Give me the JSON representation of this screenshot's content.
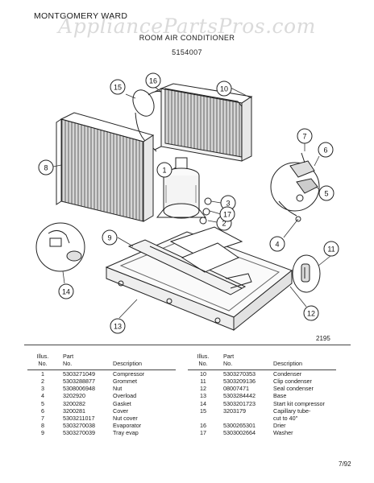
{
  "header": {
    "brand": "MONTGOMERY WARD",
    "watermark": "AppliancePartsPros.com",
    "title": "ROOM AIR CONDITIONER",
    "model": "5154007"
  },
  "figure_number": "2195",
  "callouts": [
    "1",
    "2",
    "3",
    "4",
    "5",
    "6",
    "7",
    "8",
    "9",
    "10",
    "11",
    "12",
    "13",
    "14",
    "15",
    "16",
    "17"
  ],
  "table": {
    "headers": {
      "illus_no": "Illus.\nNo.",
      "part_no": "Part\nNo.",
      "description": "Description"
    },
    "left_rows": [
      {
        "no": "1",
        "part": "5303271049",
        "desc": "Compressor"
      },
      {
        "no": "2",
        "part": "5303288877",
        "desc": "Grommet"
      },
      {
        "no": "3",
        "part": "5308006948",
        "desc": "Nut"
      },
      {
        "no": "4",
        "part": "3202920",
        "desc": "Overload"
      },
      {
        "no": "5",
        "part": "3200282",
        "desc": "Gasket"
      },
      {
        "no": "6",
        "part": "3200281",
        "desc": "Cover"
      },
      {
        "no": "7",
        "part": "5303211017",
        "desc": "Nut cover"
      },
      {
        "no": "8",
        "part": "5303270038",
        "desc": "Evaporator"
      },
      {
        "no": "9",
        "part": "5303270039",
        "desc": "Tray evap"
      }
    ],
    "right_rows": [
      {
        "no": "10",
        "part": "5303270353",
        "desc": "Condenser"
      },
      {
        "no": "11",
        "part": "5303209136",
        "desc": "Clip condenser"
      },
      {
        "no": "12",
        "part": "08007471",
        "desc": "Seal condenser"
      },
      {
        "no": "13",
        "part": "5303284442",
        "desc": "Base"
      },
      {
        "no": "14",
        "part": "5303201723",
        "desc": "Start kit compressor"
      },
      {
        "no": "15",
        "part": "3203179",
        "desc": "Capillary tube-"
      },
      {
        "no": "",
        "part": "",
        "desc": "cut to 40\""
      },
      {
        "no": "16",
        "part": "5300265301",
        "desc": "Drier"
      },
      {
        "no": "17",
        "part": "5303002664",
        "desc": "Washer"
      }
    ]
  },
  "footer": {
    "date": "7/92"
  }
}
